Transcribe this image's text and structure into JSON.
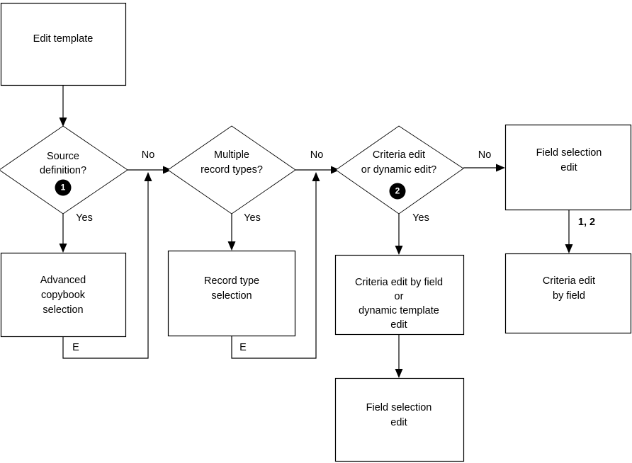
{
  "diagram": {
    "title": "Edit template flowchart",
    "colors": {
      "stroke": "#000000",
      "fill": "#ffffff",
      "badge_fill": "#000000",
      "badge_text": "#ffffff"
    },
    "nodes": {
      "edit_template": {
        "label": "Edit template",
        "shape": "rectangle"
      },
      "source_definition": {
        "label_line1": "Source",
        "label_line2": "definition?",
        "badge": "1",
        "shape": "diamond"
      },
      "advanced_copybook": {
        "label_line1": "Advanced",
        "label_line2": "copybook",
        "label_line3": "selection",
        "shape": "rectangle"
      },
      "multiple_record_types": {
        "label_line1": "Multiple",
        "label_line2": "record types?",
        "shape": "diamond"
      },
      "record_type_selection": {
        "label_line1": "Record type",
        "label_line2": "selection",
        "shape": "rectangle"
      },
      "criteria_or_dynamic": {
        "label_line1": "Criteria edit",
        "label_line2": "or dynamic edit?",
        "badge": "2",
        "shape": "diamond"
      },
      "criteria_edit_by_field_or_dynamic": {
        "label_line1": "Criteria edit by field",
        "label_line2": "or",
        "label_line3": "dynamic template",
        "label_line4": "edit",
        "shape": "rectangle"
      },
      "field_selection_edit_middle": {
        "label_line1": "Field selection",
        "label_line2": "edit",
        "shape": "rectangle"
      },
      "field_selection_edit_right": {
        "label_line1": "Field selection",
        "label_line2": "edit",
        "shape": "rectangle"
      },
      "criteria_edit_by_field_right": {
        "label_line1": "Criteria edit",
        "label_line2": "by field",
        "shape": "rectangle"
      }
    },
    "edge_labels": {
      "no_1": "No",
      "no_2": "No",
      "no_3": "No",
      "yes_1": "Yes",
      "yes_2": "Yes",
      "yes_3": "Yes",
      "e_1": "E",
      "e_2": "E",
      "one_two": "1, 2"
    }
  }
}
